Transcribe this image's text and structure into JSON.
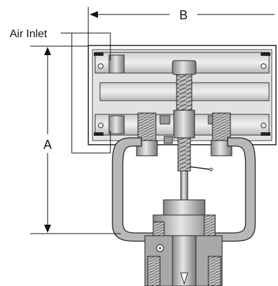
{
  "labels": {
    "air_inlet": "Air Inlet",
    "dim_a": "A",
    "dim_b": "B"
  },
  "colors": {
    "metal_light": "#d9d9d9",
    "metal_mid": "#a9a9a9",
    "metal_dark": "#6e6e6e",
    "line": "#111111"
  },
  "icons": [
    "dimension-arrow",
    "bolt",
    "spring",
    "valve-stem"
  ]
}
